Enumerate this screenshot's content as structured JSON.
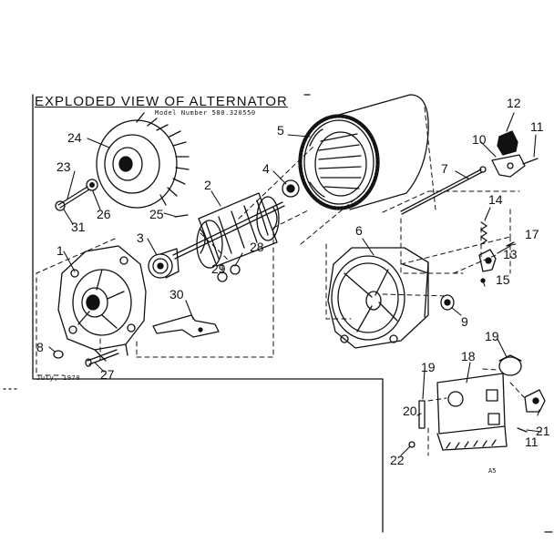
{
  "diagram": {
    "title": "EXPLODED VIEW OF ALTERNATOR",
    "model_line": "Model Number 580.320550",
    "date": "July, 1970",
    "drawing_code": "A5"
  },
  "part_numbers": [
    "24",
    "23",
    "26",
    "31",
    "5",
    "4",
    "2",
    "25",
    "3",
    "1",
    "29",
    "28",
    "30",
    "8",
    "27",
    "7",
    "12",
    "10",
    "11",
    "14",
    "6",
    "13",
    "15",
    "17",
    "9",
    "19",
    "18",
    "20",
    "21",
    "22"
  ],
  "colors": {
    "ink": "#111111",
    "paper": "#ffffff"
  }
}
